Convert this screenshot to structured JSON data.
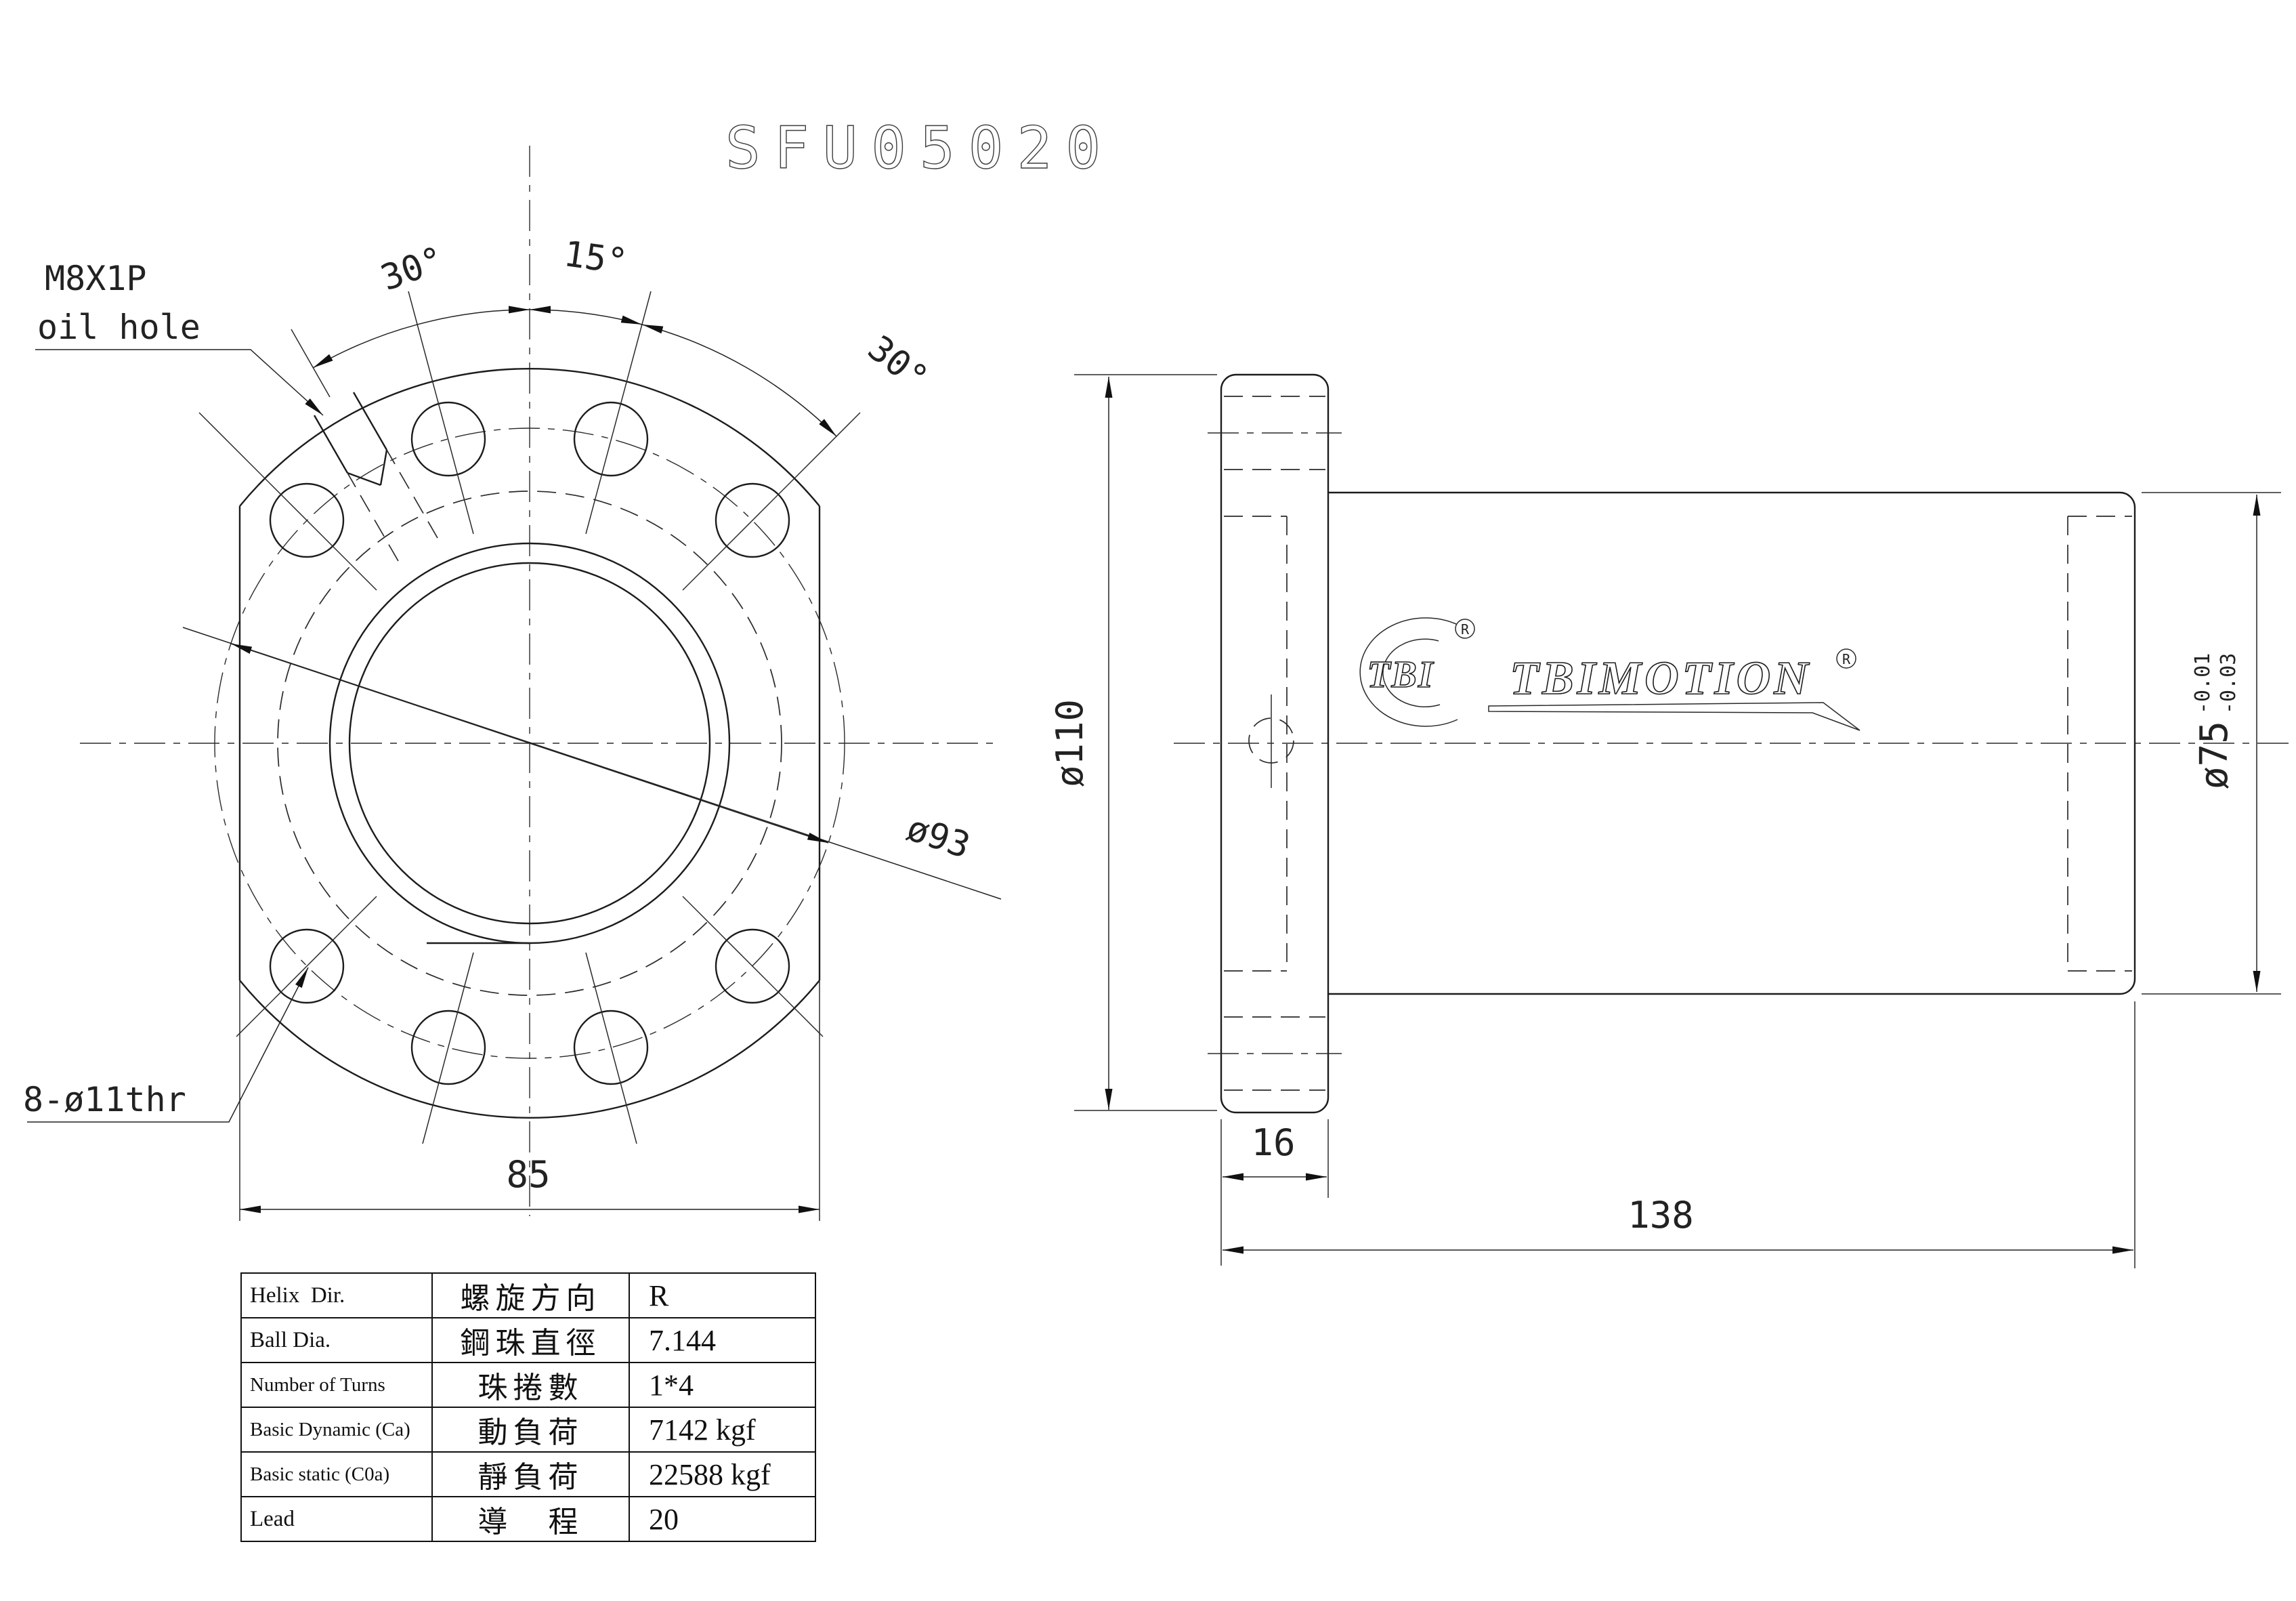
{
  "title": "SFU05020",
  "front_view": {
    "oil_hole_label_line1": "M8X1P",
    "oil_hole_label_line2": "oil hole",
    "bolt_holes_label": "8-ø11thr",
    "bolt_circle_dia": "ø93",
    "angle_left": "30°",
    "angle_middle": "15°",
    "angle_right": "30°",
    "flat_width": "85"
  },
  "side_view": {
    "flange_dia": "ø110",
    "flange_thickness": "16",
    "total_length": "138",
    "body_dia": "ø75",
    "body_dia_tol_upper": "-0.01",
    "body_dia_tol_lower": "-0.03",
    "logo": {
      "badge": "TBI",
      "brand": "TBIMOTION",
      "registered": "R"
    }
  },
  "spec_table": {
    "rows": [
      {
        "en": "Helix  Dir.",
        "zh": "螺旋方向",
        "value": "R"
      },
      {
        "en": "Ball Dia.",
        "zh": "鋼珠直徑",
        "value": "7.144"
      },
      {
        "en": "Number of Turns",
        "zh": "珠捲數",
        "value": "1*4"
      },
      {
        "en": "Basic Dynamic (Ca)",
        "zh": "動負荷",
        "value": "7142 kgf"
      },
      {
        "en": "Basic static (C0a)",
        "zh": "靜負荷",
        "value": "22588 kgf"
      },
      {
        "en": "Lead",
        "zh": "導　程",
        "value": "20"
      }
    ]
  }
}
